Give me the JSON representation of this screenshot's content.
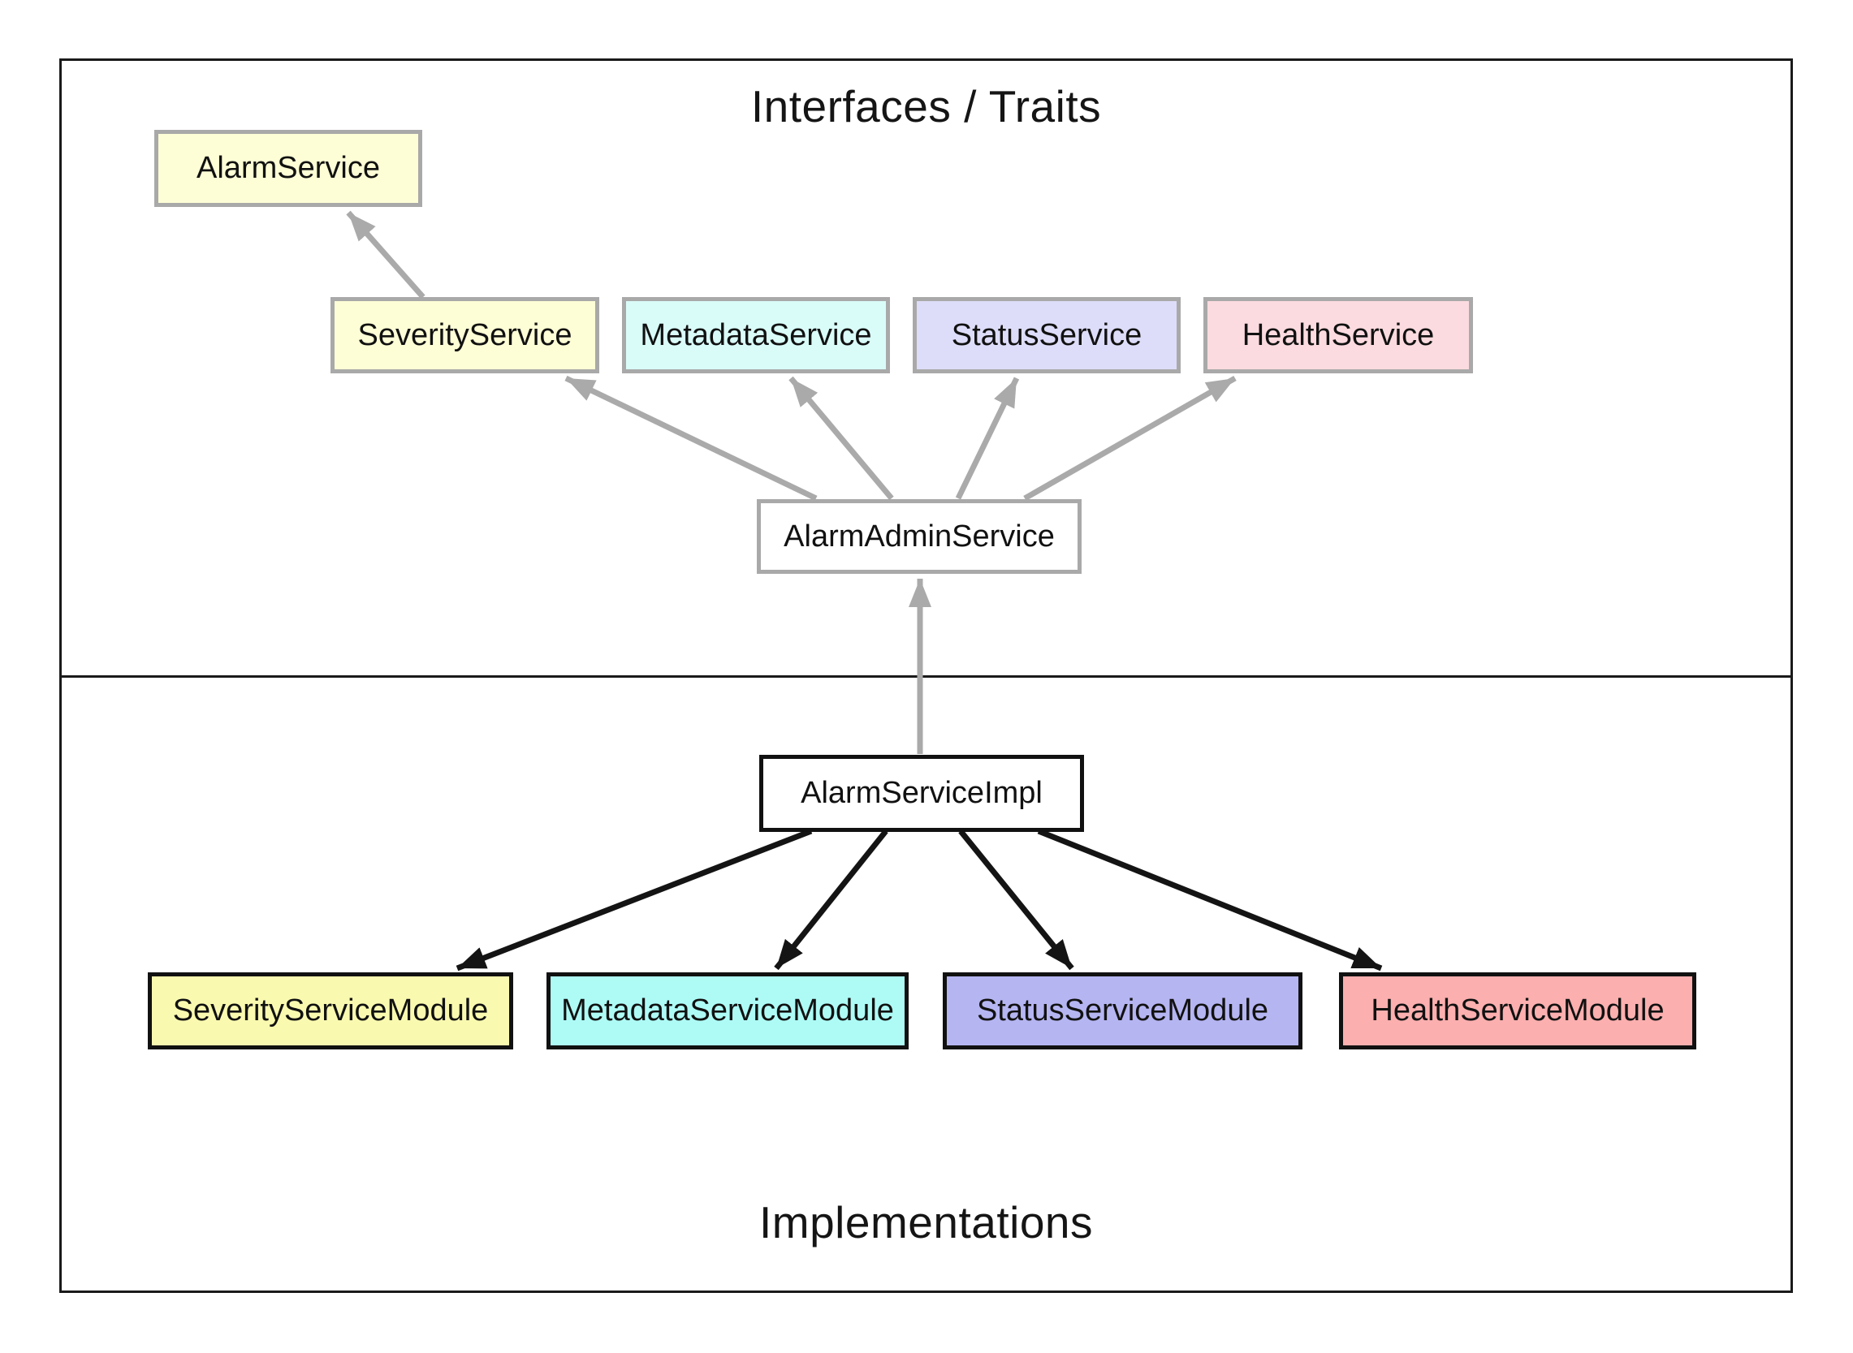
{
  "page": {
    "background": "#FFFFFF"
  },
  "sections": {
    "interfaces": {
      "title": "Interfaces / Traits"
    },
    "implementations": {
      "title": "Implementations"
    }
  },
  "nodes": {
    "alarm_service": {
      "label": "AlarmService",
      "fill": "#FDFDD6",
      "border": "#A9A9A9"
    },
    "severity_service": {
      "label": "SeverityService",
      "fill": "#FDFDD6",
      "border": "#A9A9A9"
    },
    "metadata_service": {
      "label": "MetadataService",
      "fill": "#D9FCF9",
      "border": "#A9A9A9"
    },
    "status_service": {
      "label": "StatusService",
      "fill": "#DDDDF9",
      "border": "#A9A9A9"
    },
    "health_service": {
      "label": "HealthService",
      "fill": "#FBDBDF",
      "border": "#A9A9A9"
    },
    "alarm_admin_service": {
      "label": "AlarmAdminService",
      "fill": "#FFFFFF",
      "border": "#A9A9A9"
    },
    "alarm_service_impl": {
      "label": "AlarmServiceImpl",
      "fill": "#FFFFFF",
      "border": "#111111"
    },
    "severity_service_module": {
      "label": "SeverityServiceModule",
      "fill": "#F9F9B0",
      "border": "#111111"
    },
    "metadata_service_module": {
      "label": "MetadataServiceModule",
      "fill": "#AEFBF6",
      "border": "#111111"
    },
    "status_service_module": {
      "label": "StatusServiceModule",
      "fill": "#B5B5F2",
      "border": "#111111"
    },
    "health_service_module": {
      "label": "HealthServiceModule",
      "fill": "#FBAFAF",
      "border": "#111111"
    }
  },
  "edges": {
    "interface_color": "#AAAAAA",
    "implementation_color": "#141414",
    "list": [
      {
        "from": "SeverityService",
        "to": "AlarmService",
        "style": "gray"
      },
      {
        "from": "AlarmAdminService",
        "to": "SeverityService",
        "style": "gray"
      },
      {
        "from": "AlarmAdminService",
        "to": "MetadataService",
        "style": "gray"
      },
      {
        "from": "AlarmAdminService",
        "to": "StatusService",
        "style": "gray"
      },
      {
        "from": "AlarmAdminService",
        "to": "HealthService",
        "style": "gray"
      },
      {
        "from": "AlarmServiceImpl",
        "to": "AlarmAdminService",
        "style": "gray"
      },
      {
        "from": "AlarmServiceImpl",
        "to": "SeverityServiceModule",
        "style": "black"
      },
      {
        "from": "AlarmServiceImpl",
        "to": "MetadataServiceModule",
        "style": "black"
      },
      {
        "from": "AlarmServiceImpl",
        "to": "StatusServiceModule",
        "style": "black"
      },
      {
        "from": "AlarmServiceImpl",
        "to": "HealthServiceModule",
        "style": "black"
      }
    ]
  }
}
